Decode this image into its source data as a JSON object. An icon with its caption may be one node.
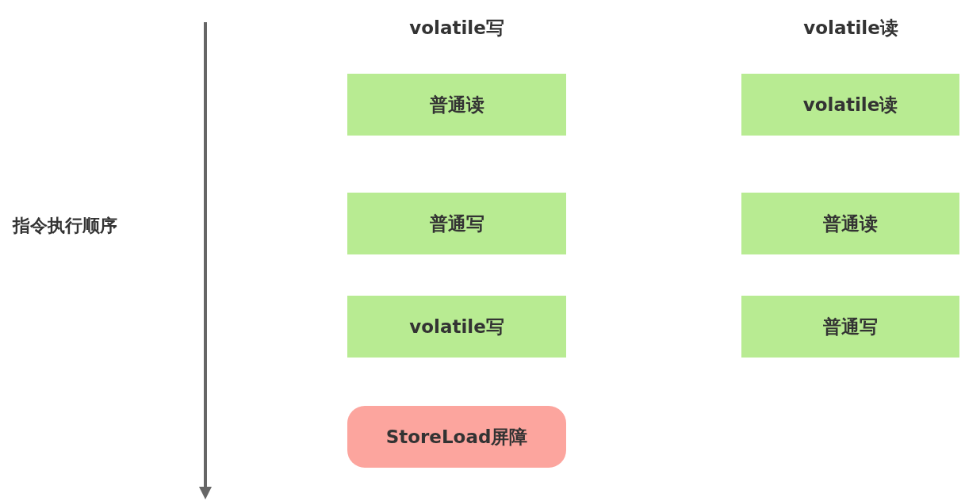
{
  "diagram": {
    "nodes": [
      {
        "text": [
          "普通读"
        ]
      },
      {
        "text": [
          "普通写"
        ]
      },
      {
        "text": [
          "volatile写"
        ]
      },
      {
        "text": [
          "StoreLoad屏障"
        ]
      },
      {
        "text": [
          "volatile读"
        ]
      },
      {
        "text": [
          "普通读"
        ]
      },
      {
        "text": [
          "普通写"
        ]
      }
    ],
    "labels": [
      "volatile写",
      "volatile读",
      "指令执行顺序"
    ]
  }
}
